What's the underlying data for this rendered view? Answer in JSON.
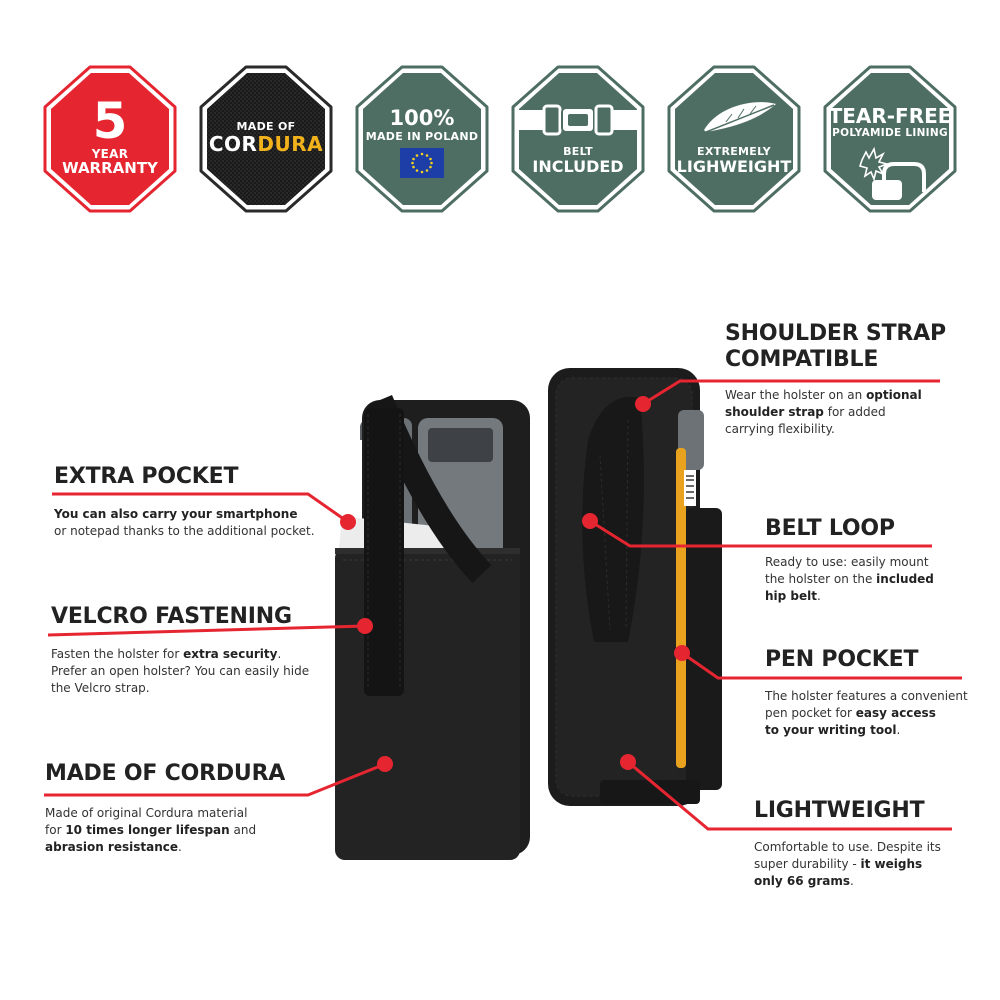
{
  "badges": [
    {
      "id": "warranty",
      "lines": [
        "5",
        "YEAR",
        "WARRANTY"
      ],
      "fill": "#e52530",
      "icon": "none"
    },
    {
      "id": "cordura",
      "lines": [
        "MADE OF",
        "COR",
        "DURA"
      ],
      "fill": "#1c1c1c",
      "icon": "cordura-logo"
    },
    {
      "id": "poland",
      "lines": [
        "100%",
        "MADE IN POLAND"
      ],
      "fill": "#4e6e64",
      "icon": "eu-flag-icon"
    },
    {
      "id": "belt",
      "lines": [
        "BELT",
        "INCLUDED"
      ],
      "fill": "#4e6e64",
      "icon": "belt-buckle-icon"
    },
    {
      "id": "light",
      "lines": [
        "EXTREMELY",
        "LIGHWEIGHT"
      ],
      "fill": "#4e6e64",
      "icon": "feather-icon"
    },
    {
      "id": "tear",
      "lines": [
        "TEAR-FREE",
        "POLYAMIDE LINING"
      ],
      "fill": "#4e6e64",
      "icon": "tear-lining-icon"
    }
  ],
  "colors": {
    "accent": "#e52530",
    "badge_green": "#4e6e64",
    "badge_dark": "#1c1c1c",
    "cordura_yellow": "#f2b21c",
    "text": "#222222"
  },
  "features": {
    "extra_pocket": {
      "title": "EXTRA POCKET",
      "b1": "You can also carry your smartphone",
      "t1": "or notepad thanks to the additional pocket."
    },
    "velcro": {
      "title": "VELCRO FASTENING",
      "t1": "Fasten the holster for ",
      "b1": "extra security",
      "t2": ".",
      "t3": "Prefer an open holster? You can easily hide",
      "t4": "the Velcro strap."
    },
    "cordura": {
      "title": "MADE OF CORDURA",
      "t1": "Made of original Cordura material",
      "t2": "for ",
      "b1": "10 times longer lifespan",
      "t3": " and",
      "b2": "abrasion resistance",
      "t4": "."
    },
    "shoulder": {
      "title1": "SHOULDER STRAP",
      "title2": "COMPATIBLE",
      "t1": "Wear the holster on an ",
      "b1": "optional",
      "b2": "shoulder strap",
      "t2": " for added",
      "t3": "carrying flexibility."
    },
    "belt_loop": {
      "title": "BELT LOOP",
      "t1": "Ready to use: easily mount",
      "t2": "the holster on the ",
      "b1": "included",
      "b2": "hip belt",
      "t3": "."
    },
    "pen_pocket": {
      "title": "PEN POCKET",
      "t1": "The holster features a convenient",
      "t2": "pen pocket for ",
      "b1": "easy access",
      "b2": "to your writing tool",
      "t3": "."
    },
    "lightweight": {
      "title": "LIGHTWEIGHT",
      "t1": "Comfortable to use. Despite its",
      "t2": "super durability - ",
      "b1": "it weighs",
      "b2": "only 66 grams",
      "t3": "."
    }
  }
}
